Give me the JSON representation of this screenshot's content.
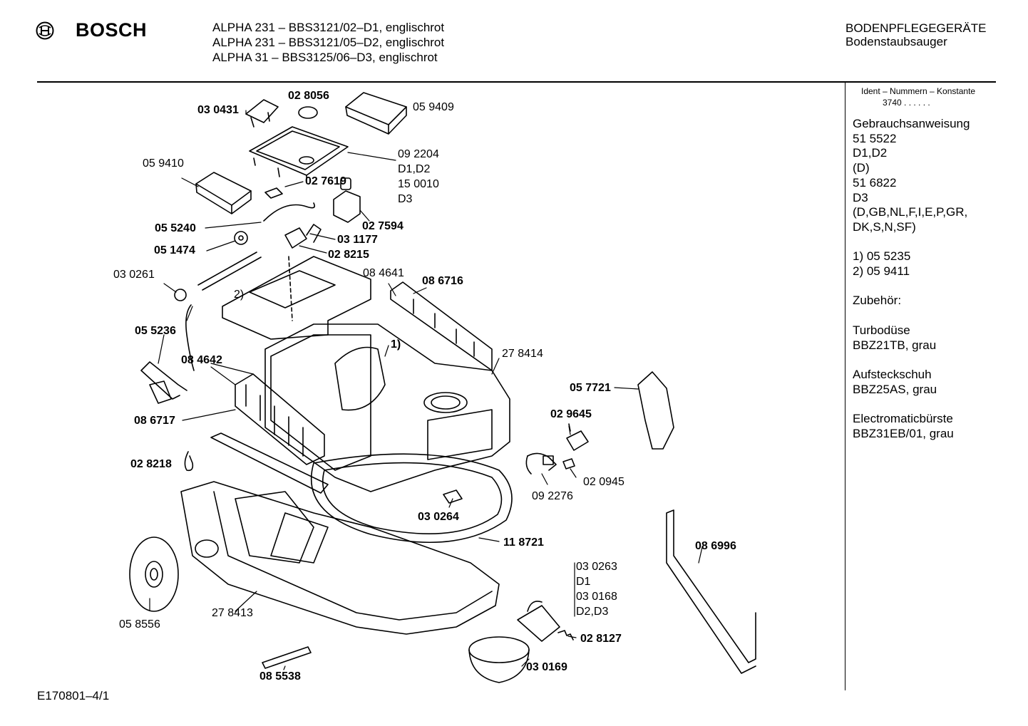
{
  "header": {
    "brand": "BOSCH",
    "models": [
      "ALPHA 231 – BBS3121/02–D1, englischrot",
      "ALPHA 231 – BBS3121/05–D2, englischrot",
      "ALPHA 31 – BBS3125/06–D3, englischrot"
    ],
    "category": "BODENPFLEGEGERÄTE",
    "subcategory": "Bodenstaubsauger"
  },
  "sidebar": {
    "ident_title": "Ident – Nummern – Konstante",
    "ident_number": "3740 . . . . . .",
    "lines": [
      "Gebrauchsanweisung",
      "51 5522",
      "D1,D2",
      "(D)",
      "51 6822",
      "D3",
      "(D,GB,NL,F,I,E,P,GR,",
      "DK,S,N,SF)",
      "",
      "1) 05 5235",
      "2) 05 9411",
      "",
      "Zubehör:",
      "",
      "Turbodüse",
      "BBZ21TB, grau",
      "",
      "Aufsteckschuh",
      "BBZ25AS, grau",
      "",
      "Electromaticbürste",
      "BBZ31EB/01, grau"
    ]
  },
  "parts": [
    {
      "label": "03 0431",
      "bold": true
    },
    {
      "label": "02 8056",
      "bold": true
    },
    {
      "label": "05 9409",
      "bold": false
    },
    {
      "label": "05 9410",
      "bold": false
    },
    {
      "label": "09 2204",
      "bold": false
    },
    {
      "label": "D1,D2",
      "bold": false
    },
    {
      "label": "15 0010",
      "bold": false
    },
    {
      "label": "D3",
      "bold": false
    },
    {
      "label": "02 7619",
      "bold": true
    },
    {
      "label": "02 7594",
      "bold": true
    },
    {
      "label": "05 5240",
      "bold": true
    },
    {
      "label": "03 1177",
      "bold": true
    },
    {
      "label": "05 1474",
      "bold": true
    },
    {
      "label": "02 8215",
      "bold": true
    },
    {
      "label": "03 0261",
      "bold": false
    },
    {
      "label": "08 4641",
      "bold": false
    },
    {
      "label": "08 6716",
      "bold": true
    },
    {
      "label": "2)",
      "bold": false
    },
    {
      "label": "05 5236",
      "bold": true
    },
    {
      "label": "1)",
      "bold": true
    },
    {
      "label": "08 4642",
      "bold": true
    },
    {
      "label": "27 8414",
      "bold": false
    },
    {
      "label": "05 7721",
      "bold": true
    },
    {
      "label": "08 6717",
      "bold": true
    },
    {
      "label": "02 9645",
      "bold": true
    },
    {
      "label": "02 8218",
      "bold": true
    },
    {
      "label": "02 0945",
      "bold": false
    },
    {
      "label": "09 2276",
      "bold": false
    },
    {
      "label": "03 0264",
      "bold": true
    },
    {
      "label": "11 8721",
      "bold": true
    },
    {
      "label": "08 6996",
      "bold": true
    },
    {
      "label": "03 0263",
      "bold": false
    },
    {
      "label": "D1",
      "bold": false
    },
    {
      "label": "03 0168",
      "bold": false
    },
    {
      "label": "D2,D3",
      "bold": false
    },
    {
      "label": "05 8556",
      "bold": false
    },
    {
      "label": "27 8413",
      "bold": false
    },
    {
      "label": "02 8127",
      "bold": true
    },
    {
      "label": "03 0169",
      "bold": true
    },
    {
      "label": "08 5538",
      "bold": true
    }
  ],
  "footer": {
    "code": "E170801–4/1"
  }
}
